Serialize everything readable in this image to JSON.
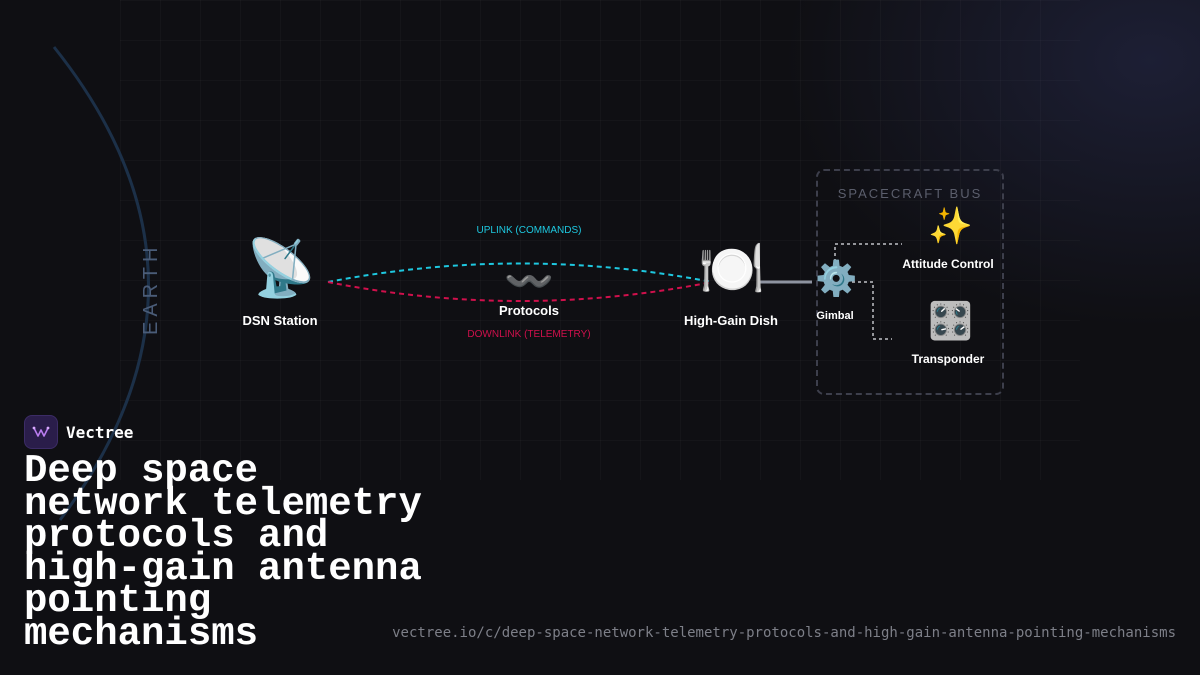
{
  "earth": {
    "label": "EARTH"
  },
  "nodes": {
    "dsn": {
      "icon": "📡",
      "icon_name": "satellite-antenna-icon",
      "label": "DSN Station"
    },
    "protocols": {
      "icon": "〰️",
      "icon_name": "wavy-dash-icon",
      "label": "Protocols"
    },
    "dish": {
      "icon": "🍽️",
      "icon_name": "plate-with-cutlery-icon",
      "label": "High-Gain Dish"
    },
    "gimbal": {
      "icon": "⚙️",
      "icon_name": "gear-icon",
      "label": "Gimbal"
    },
    "attitude": {
      "icon": "✨",
      "icon_name": "sparkles-icon",
      "label": "Attitude Control"
    },
    "transponder": {
      "icon": "🎛️",
      "icon_name": "control-knobs-icon",
      "label": "Transponder"
    }
  },
  "links": {
    "uplink": {
      "label": "UPLINK (COMMANDS)",
      "color": "#1ec8e0"
    },
    "downlink": {
      "label": "DOWNLINK (TELEMETRY)",
      "color": "#d0104c"
    }
  },
  "spacecraft_bus": {
    "label": "SPACECRAFT BUS"
  },
  "brand": {
    "name": "Vectree"
  },
  "title": "Deep space network telemetry protocols and high-gain antenna pointing mechanisms",
  "url": "vectree.io/c/deep-space-network-telemetry-protocols-and-high-gain-antenna-pointing-mechanisms"
}
